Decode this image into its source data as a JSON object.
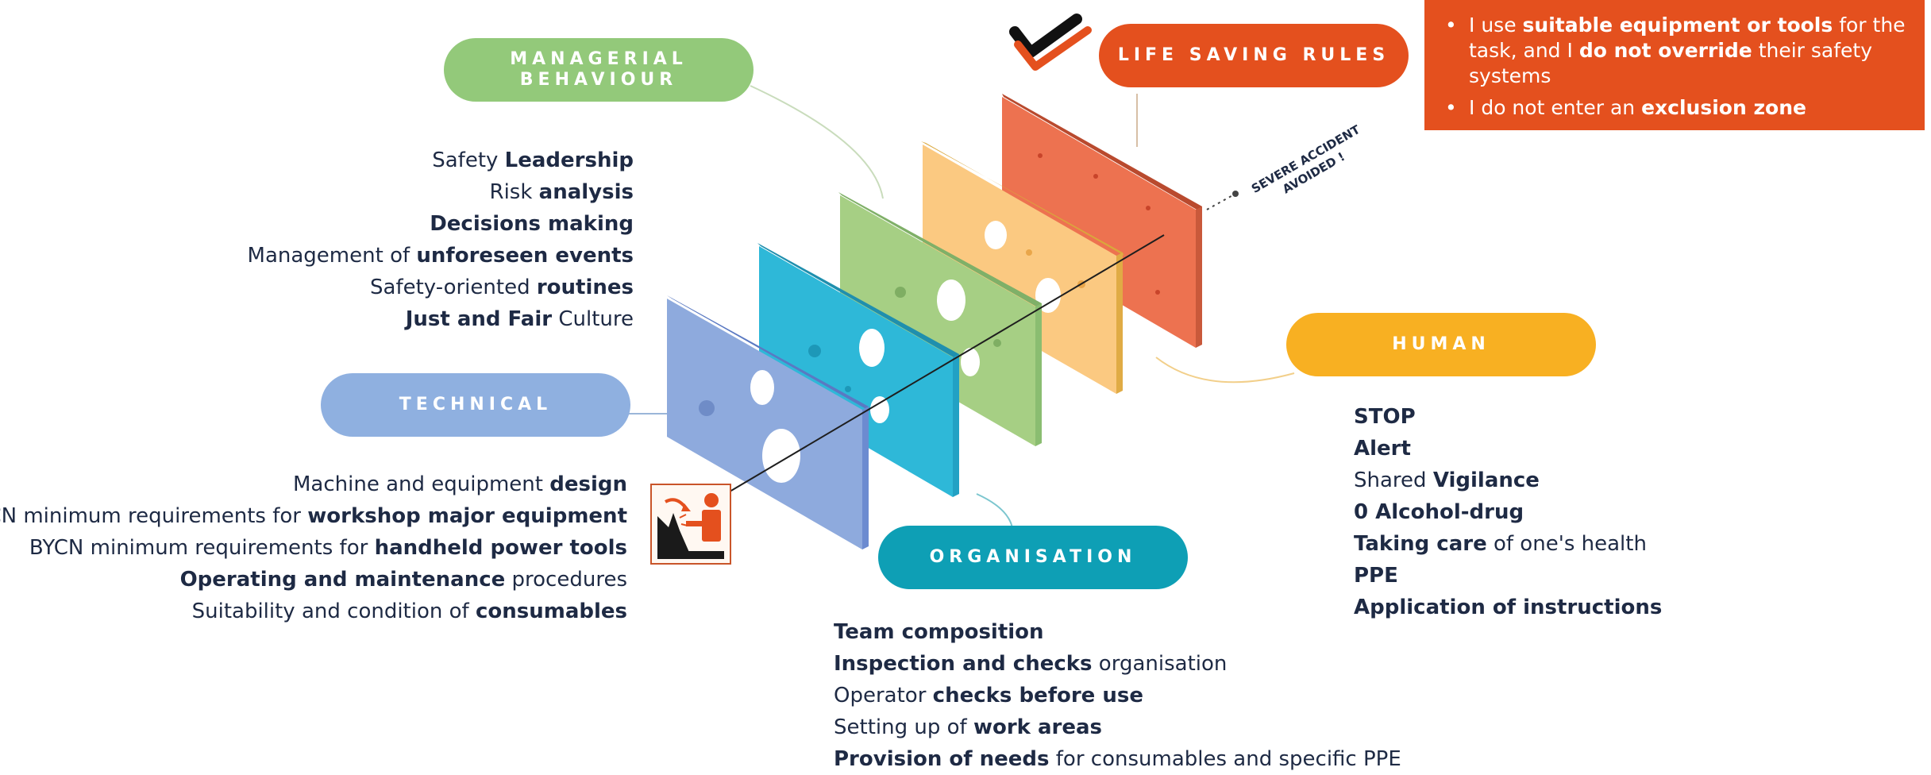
{
  "colors": {
    "managerial": "#93c97a",
    "technical": "#8fb0e0",
    "organisation": "#0e9fb5",
    "human": "#f8b022",
    "life_saving": "#e4501e",
    "plate_blue": "#8eaadd",
    "plate_cyan": "#2eb8d8",
    "plate_green": "#a6cf84",
    "plate_peach": "#fbc981",
    "plate_red": "#ed7250",
    "text": "#1e2a44"
  },
  "pills": {
    "managerial_line1": "MANAGERIAL",
    "managerial_line2": "BEHAVIOUR",
    "technical": "TECHNICAL",
    "organisation": "ORGANISATION",
    "human": "HUMAN",
    "life_saving": "LIFE SAVING RULES"
  },
  "accident_label": [
    "SEVERE ACCIDENT",
    "AVOIDED !"
  ],
  "managerial_items": [
    {
      "pre": "Safety ",
      "bold": "Leadership",
      "post": ""
    },
    {
      "pre": "Risk ",
      "bold": "analysis",
      "post": ""
    },
    {
      "pre": "",
      "bold": "Decisions making",
      "post": ""
    },
    {
      "pre": "Management of ",
      "bold": "unforeseen events",
      "post": ""
    },
    {
      "pre": "Safety-oriented ",
      "bold": "routines",
      "post": ""
    },
    {
      "pre": "",
      "bold": "Just and Fair",
      "post": " Culture"
    }
  ],
  "technical_items": [
    {
      "pre": "Machine and equipment ",
      "bold": "design",
      "post": ""
    },
    {
      "pre": "BYCN minimum requirements for ",
      "bold": "workshop major equipment",
      "post": ""
    },
    {
      "pre": "BYCN minimum requirements for  ",
      "bold": "handheld power tools",
      "post": ""
    },
    {
      "pre": "",
      "bold": "Operating and maintenance",
      "post": " procedures"
    },
    {
      "pre": "Suitability and condition of ",
      "bold": "consumables",
      "post": ""
    }
  ],
  "organisation_items": [
    {
      "pre": "",
      "bold": "Team composition",
      "post": ""
    },
    {
      "pre": "",
      "bold": "Inspection and checks",
      "post": " organisation"
    },
    {
      "pre": "Operator ",
      "bold": "checks before use",
      "post": ""
    },
    {
      "pre": "Setting up of ",
      "bold": "work areas",
      "post": ""
    },
    {
      "pre": "",
      "bold": "Provision of needs",
      "post": " for consumables and specific PPE"
    }
  ],
  "human_items": [
    {
      "pre": "",
      "bold": "STOP",
      "post": ""
    },
    {
      "pre": "",
      "bold": "Alert",
      "post": ""
    },
    {
      "pre": "Shared ",
      "bold": "Vigilance",
      "post": ""
    },
    {
      "pre": "",
      "bold": "0 Alcohol-drug",
      "post": ""
    },
    {
      "pre": "",
      "bold": "Taking care",
      "post": " of one's health"
    },
    {
      "pre": "",
      "bold": "PPE",
      "post": ""
    },
    {
      "pre": "",
      "bold": "Application of instructions",
      "post": ""
    }
  ],
  "life_saving_rules": [
    [
      {
        "t": "I use ",
        "b": false
      },
      {
        "t": "suitable equipment or tools",
        "b": true
      },
      {
        "t": " for the task, and I ",
        "b": false
      },
      {
        "t": "do not override",
        "b": true
      },
      {
        "t": " their safety systems",
        "b": false
      }
    ],
    [
      {
        "t": "I do not enter an ",
        "b": false
      },
      {
        "t": "exclusion zone",
        "b": true
      }
    ]
  ]
}
